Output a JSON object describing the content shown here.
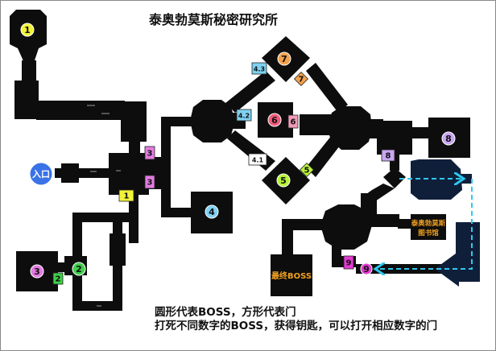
{
  "title": "泰奥勃莫斯秘密研究所",
  "entrance_label": "入口",
  "legend": {
    "line1": "圆形代表BOSS，方形代表门",
    "line2": "打死不同数字的BOSS，获得钥匙，可以打开相应数字的门"
  },
  "rooms": {
    "library_line1": "泰奥勃莫斯",
    "library_line2": "图书馆",
    "final_boss": "最终BOSS"
  },
  "bosses": [
    {
      "label": "1",
      "color": "#f2f23a"
    },
    {
      "label": "2",
      "color": "#3fcf4a"
    },
    {
      "label": "3",
      "color": "#e27be0"
    },
    {
      "label": "4",
      "color": "#7fd2f2"
    },
    {
      "label": "5",
      "color": "#b8f23a"
    },
    {
      "label": "6",
      "color": "#f25a7a"
    },
    {
      "label": "7",
      "color": "#f2a24a"
    },
    {
      "label": "8",
      "color": "#c9a6f2"
    },
    {
      "label": "9",
      "color": "#e23ad2"
    }
  ],
  "doors": [
    {
      "label": "1",
      "color": "#f2f23a"
    },
    {
      "label": "2",
      "color": "#3fcf4a"
    },
    {
      "label": "3",
      "color": "#e27be0"
    },
    {
      "label": "3",
      "color": "#e27be0"
    },
    {
      "label": "4.1",
      "color": "#ffffff"
    },
    {
      "label": "4.2",
      "color": "#7fd2f2"
    },
    {
      "label": "4.3",
      "color": "#7fd2f2"
    },
    {
      "label": "5",
      "color": "#b8f23a"
    },
    {
      "label": "6",
      "color": "#f29ab8"
    },
    {
      "label": "7",
      "color": "#f2a24a"
    },
    {
      "label": "8",
      "color": "#c9a6f2"
    },
    {
      "label": "9",
      "color": "#e23ad2"
    }
  ],
  "colors": {
    "map": "#0d0d0d",
    "hidden_area": "#0f1f3a",
    "path": "#2ec8f0",
    "entrance": "#3a72e8",
    "library_text": "#f0a020",
    "final_boss_text": "#f0a020",
    "corridor_mark": "#9a9a9a"
  }
}
